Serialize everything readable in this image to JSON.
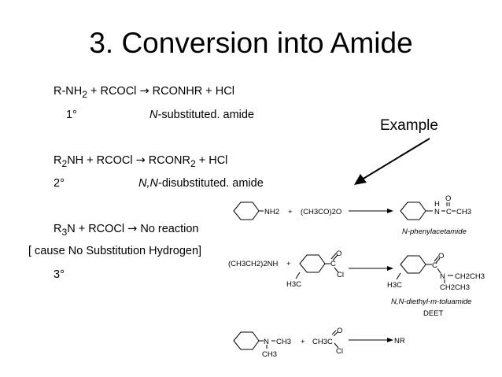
{
  "slide": {
    "title": "3. Conversion into Amide",
    "example_label": "Example"
  },
  "left": {
    "eq1": {
      "reactant": "R-NH",
      "sub": "2",
      "rest": " + RCOCl",
      "arrow": "→",
      "product": " RCONHR + HCl"
    },
    "deg1": "1°",
    "amide1_italic": "N",
    "amide1_rest": "-substituted. amide",
    "eq2": {
      "reactant": "R",
      "sub": "2",
      "after_sub": "NH + RCOCl",
      "arrow": "→",
      "product": " RCONR",
      "product_sub": "2",
      "product_rest": " + HCl"
    },
    "deg2": "2°",
    "amide2_italic": "N,N",
    "amide2_rest": "-disubstituted. amide",
    "eq3": {
      "reactant": "R",
      "sub": "3",
      "after_sub": "N + RCOCl",
      "arrow": "→",
      "product": " No reaction"
    },
    "cause": "[ cause No Substitution Hydrogen]",
    "deg3": "3°"
  },
  "scheme": {
    "r1": {
      "nh2": "NH2",
      "plus": "+",
      "reagent": "(CH3CO)2O",
      "product_name": "N-phenylacetamide",
      "prod_H": "H",
      "prod_N": "N",
      "prod_C": "C",
      "prod_CH3": "CH3",
      "prod_O": "O"
    },
    "r2": {
      "amine": "(CH3CH2)2NH",
      "plus": "+",
      "O": "O",
      "C": "C",
      "Cl": "Cl",
      "H3C": "H3C",
      "prod_O": "O",
      "prod_C": "C",
      "prod_N": "N",
      "prod_Et1": "CH2CH3",
      "prod_Et2": "CH2CH3",
      "prod_H3C": "H3C",
      "product_name": "N,N-diethyl-m-toluamide",
      "product_abbr": "DEET"
    },
    "r3": {
      "N": "N",
      "CH3a": "CH3",
      "CH3b": "CH3",
      "plus": "+",
      "reagent": "CH3C",
      "O": "O",
      "Cl": "Cl",
      "result": "NR"
    }
  }
}
